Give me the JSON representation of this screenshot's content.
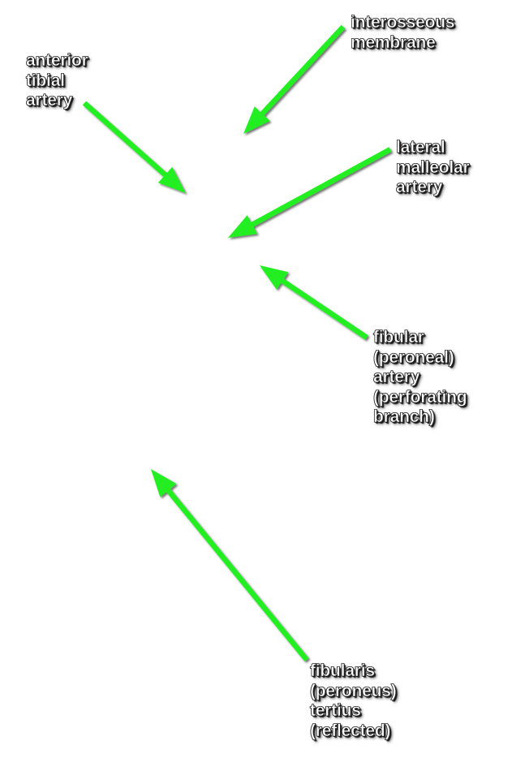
{
  "arrow_color": "#22ee22",
  "labels": {
    "interosseous_membrane": [
      "interosseous",
      "membrane"
    ],
    "anterior_tibial_artery": [
      "anterior",
      "tibial",
      "artery"
    ],
    "lateral_malleolar_artery": [
      "lateral",
      "malleolar",
      "artery"
    ],
    "fibular_artery": [
      "fibular",
      "(peroneal)",
      "artery",
      "(perforating",
      "branch)"
    ],
    "fibularis_tertius": [
      "fibularis",
      "(peroneus)",
      "tertius",
      "(reflected)"
    ]
  }
}
